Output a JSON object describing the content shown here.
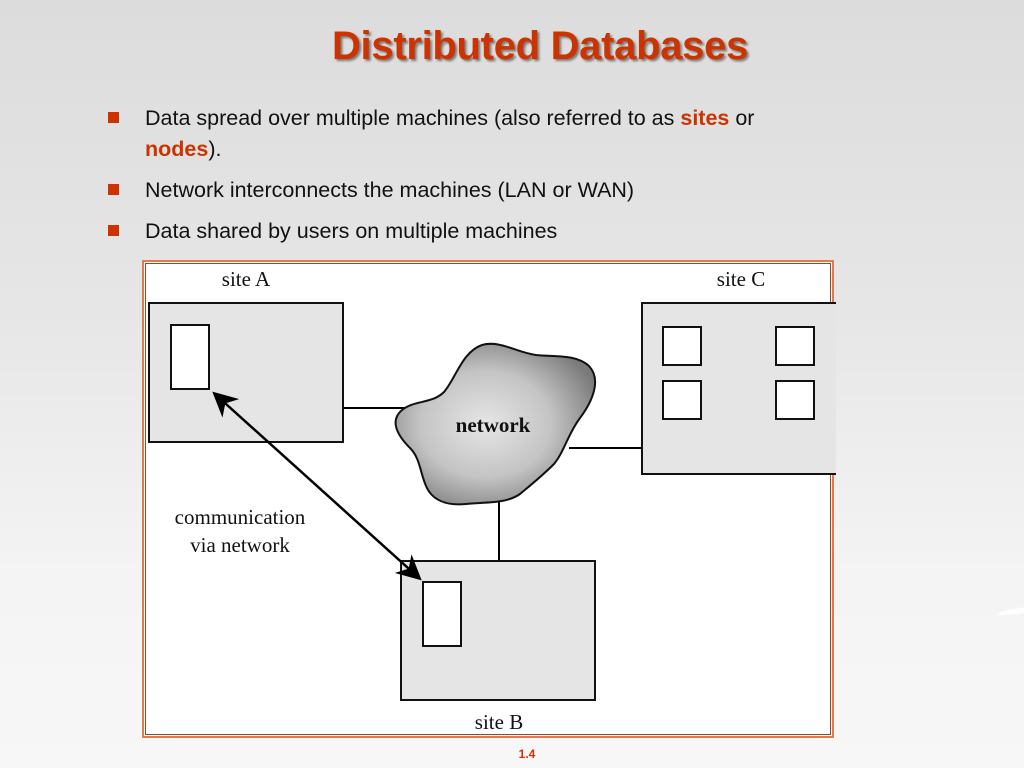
{
  "slide": {
    "title": "Distributed Databases",
    "accent_color": "#cc3300",
    "page_number": "1.4"
  },
  "bullets": [
    {
      "parts": [
        {
          "text": "Data spread over multiple machines (also referred to as ",
          "highlight": false
        },
        {
          "text": "sites",
          "highlight": true
        },
        {
          "text": " or ",
          "highlight": false
        },
        {
          "text": "nodes",
          "highlight": true
        },
        {
          "text": ").",
          "highlight": false
        }
      ]
    },
    {
      "parts": [
        {
          "text": "Network interconnects the machines (LAN or WAN)",
          "highlight": false
        }
      ]
    },
    {
      "parts": [
        {
          "text": "Data shared by users on multiple machines",
          "highlight": false
        }
      ]
    }
  ],
  "diagram": {
    "site_a_label": "site A",
    "site_b_label": "site B",
    "site_c_label": "site C",
    "network_label": "network",
    "comm_label_line1": "communication",
    "comm_label_line2": "via network",
    "nodes": [
      {
        "id": "site-a",
        "label": "site A",
        "machines": 1
      },
      {
        "id": "site-b",
        "label": "site B",
        "machines": 1
      },
      {
        "id": "site-c",
        "label": "site C",
        "machines": 4
      }
    ],
    "edges": [
      {
        "from": "site-a",
        "to": "network"
      },
      {
        "from": "site-c",
        "to": "network"
      },
      {
        "from": "network",
        "to": "site-b"
      },
      {
        "from": "site-a",
        "to": "site-b",
        "type": "bidirectional-arrow",
        "label": "communication via network"
      }
    ]
  }
}
